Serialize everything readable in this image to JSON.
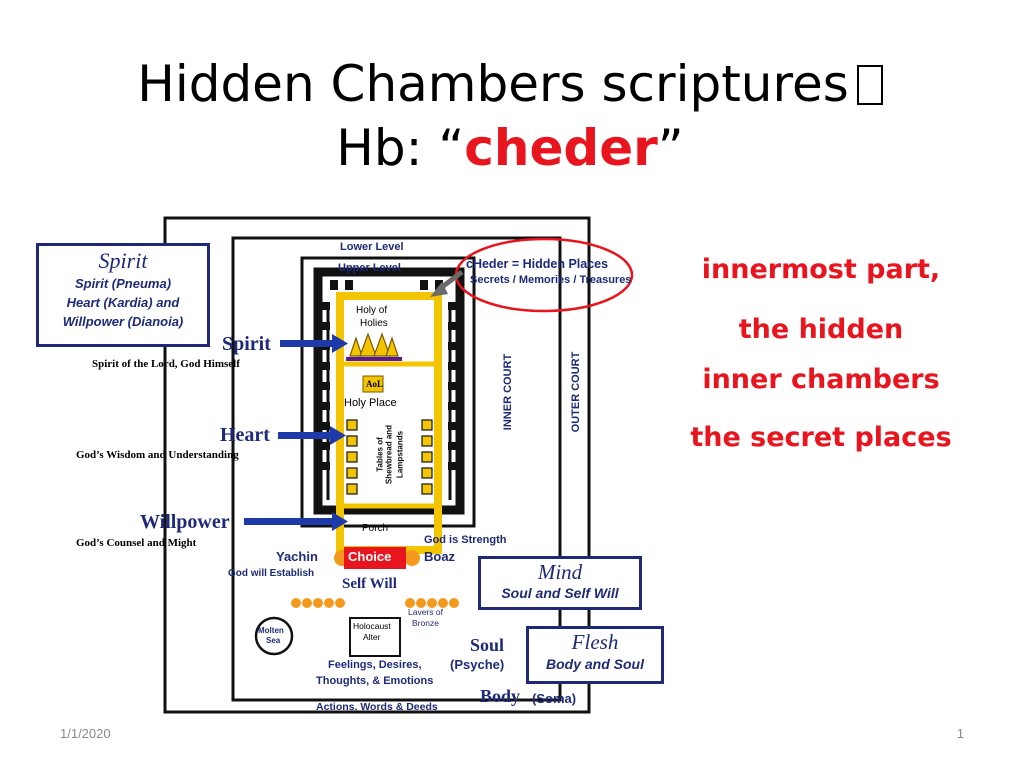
{
  "title": {
    "line1": "Hidden Chambers scriptures",
    "line2_prefix": "Hb: “",
    "line2_word": "cheder",
    "line2_suffix": "”"
  },
  "diagram": {
    "lower_level": "Lower Level",
    "upper_level": "Upper Level",
    "cheder_line1": "cHeder = Hidden Places",
    "cheder_line2": "Secrets / Memories / Treasures",
    "holy_of_holies_1": "Holy of",
    "holy_of_holies_2": "Holies",
    "aol": "AoL",
    "holy_place": "Holy Place",
    "tables_1": "Tables of",
    "tables_2": "Shewbread and",
    "tables_3": "Lampstands",
    "porch": "Porch",
    "inner_court": "INNER COURT",
    "outer_court": "OUTER COURT",
    "spirit_box_title": "Spirit",
    "spirit_box_line1": "Spirit (Pneuma)",
    "spirit_box_line2": "Heart (Kardia) and",
    "spirit_box_line3": "Willpower (Dianoia)",
    "spirit_label": "Spirit",
    "spirit_caption": "Spirit of the Lord, God Himself",
    "heart_label": "Heart",
    "heart_caption": "God’s Wisdom and Understanding",
    "willpower_label": "Willpower",
    "willpower_caption": "God’s Counsel and Might",
    "god_strength": "God is Strength",
    "yachin": "Yachin",
    "choice": "Choice",
    "boaz": "Boaz",
    "god_establish": "God will Establish",
    "self_will": "Self Will",
    "mind_box_title": "Mind",
    "mind_box_line1": "Soul and Self Will",
    "molten_1": "Molten",
    "molten_2": "Sea",
    "holocaust_1": "Holocaust",
    "holocaust_2": "Alter",
    "lavers_1": "Lavers of",
    "lavers_2": "Bronze",
    "soul_label": "Soul",
    "psyche_label": "(Psyche)",
    "flesh_box_title": "Flesh",
    "flesh_box_line1": "Body and Soul",
    "feelings_1": "Feelings, Desires,",
    "feelings_2": "Thoughts, & Emotions",
    "body_label": "Body",
    "soma_label": "(Soma)",
    "actions": "Actions, Words & Deeds"
  },
  "terms": {
    "line1": "innermost part,",
    "line2": "the hidden",
    "line3": "inner chambers",
    "line4": "the secret places"
  },
  "footer": {
    "date": "1/1/2020",
    "page": "1"
  },
  "colors": {
    "accent_red": "#e8141e",
    "navy": "#1e2a78",
    "gold": "#f3c400",
    "orange": "#f39a1e"
  }
}
